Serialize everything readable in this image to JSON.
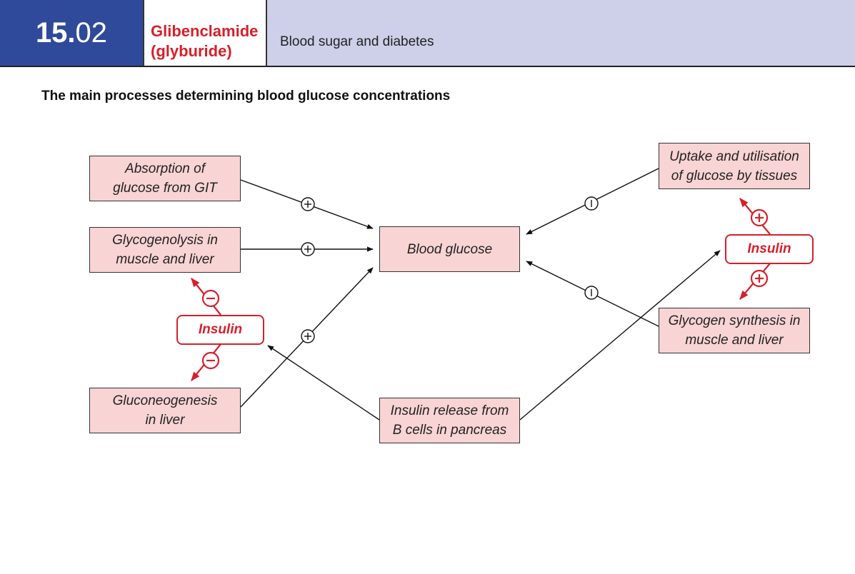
{
  "header": {
    "chapter_major": "15.",
    "chapter_minor": "02",
    "drug_line1": "Glibenclamide",
    "drug_line2": "(glyburide)",
    "topic": "Blood sugar and diabetes"
  },
  "title": "The main processes determining blood glucose concentrations",
  "nodes": {
    "absorption": {
      "line1": "Absorption of",
      "line2": "glucose from GIT"
    },
    "glycogenolysis": {
      "line1": "Glycogenolysis in",
      "line2": "muscle and liver"
    },
    "gluconeogenesis": {
      "line1": "Gluconeogenesis",
      "line2": "in liver"
    },
    "blood_glucose": {
      "label": "Blood glucose"
    },
    "insulin_release": {
      "line1": "Insulin release from",
      "line2": "B cells in pancreas"
    },
    "uptake": {
      "line1": "Uptake and utilisation",
      "line2": "of glucose by tissues"
    },
    "glycogen_synthesis": {
      "line1": "Glycogen synthesis in",
      "line2": "muscle and liver"
    },
    "insulin_left": {
      "label": "Insulin"
    },
    "insulin_right": {
      "label": "Insulin"
    }
  },
  "colors": {
    "header_blue": "#2f4a9a",
    "header_lavender": "#cdd0e8",
    "drug_red": "#d6202a",
    "box_fill": "#f9d4d4"
  }
}
